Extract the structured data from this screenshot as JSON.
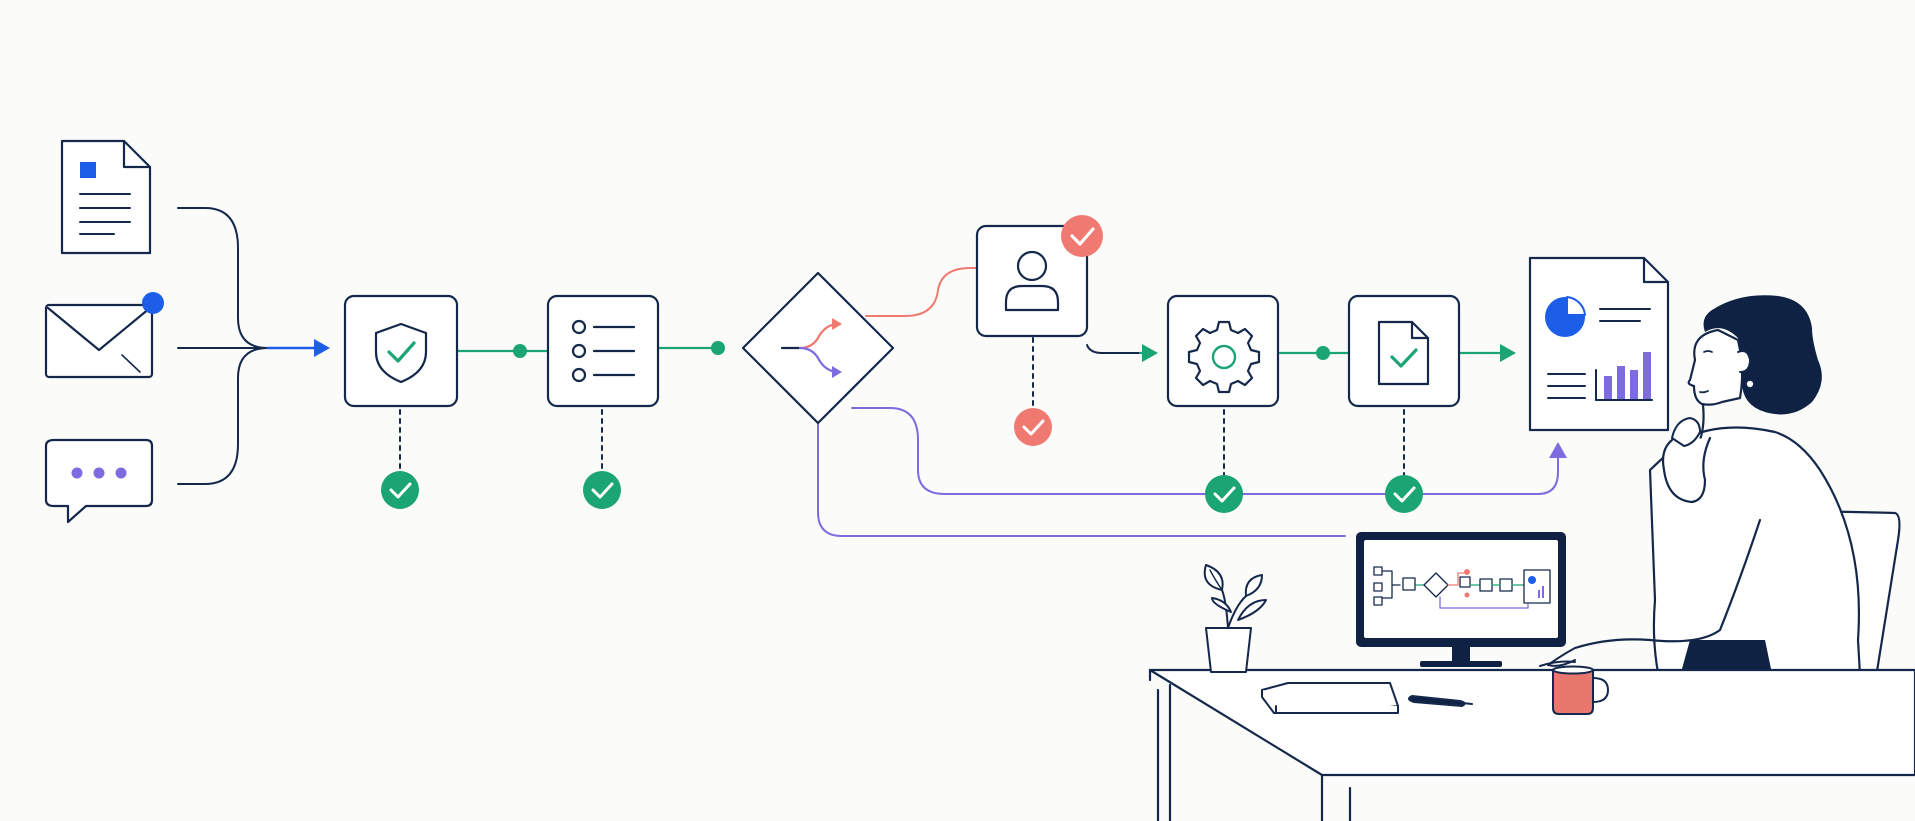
{
  "colors": {
    "background": "#fbfbfa",
    "navy": "#14284b",
    "blue": "#1d5ee8",
    "green": "#1aa572",
    "coral": "#f07a72",
    "purple": "#7d6be0",
    "mug": "#e8776d",
    "hair": "#0f2244"
  },
  "diagram": {
    "inputs": [
      {
        "name": "document",
        "icon": "document-icon"
      },
      {
        "name": "email",
        "icon": "email-icon",
        "badge": "notification-dot"
      },
      {
        "name": "chat",
        "icon": "chat-icon"
      }
    ],
    "steps": [
      {
        "name": "security-check",
        "icon": "shield-check-icon",
        "status": "checked",
        "status_color": "green"
      },
      {
        "name": "checklist",
        "icon": "list-icon",
        "status": "checked",
        "status_color": "green"
      },
      {
        "name": "decision",
        "icon": "split-arrows-icon"
      },
      {
        "name": "human-review",
        "icon": "user-icon",
        "status": "checked",
        "status_color": "coral"
      },
      {
        "name": "processing",
        "icon": "gear-icon",
        "status": "checked",
        "status_color": "green"
      },
      {
        "name": "document-approval",
        "icon": "document-check-icon",
        "status": "checked",
        "status_color": "green"
      },
      {
        "name": "report",
        "icon": "report-chart-icon"
      }
    ]
  },
  "scene": {
    "elements": [
      "woman",
      "desk",
      "office-chair",
      "monitor",
      "plant",
      "notebook",
      "pen",
      "mug"
    ]
  }
}
